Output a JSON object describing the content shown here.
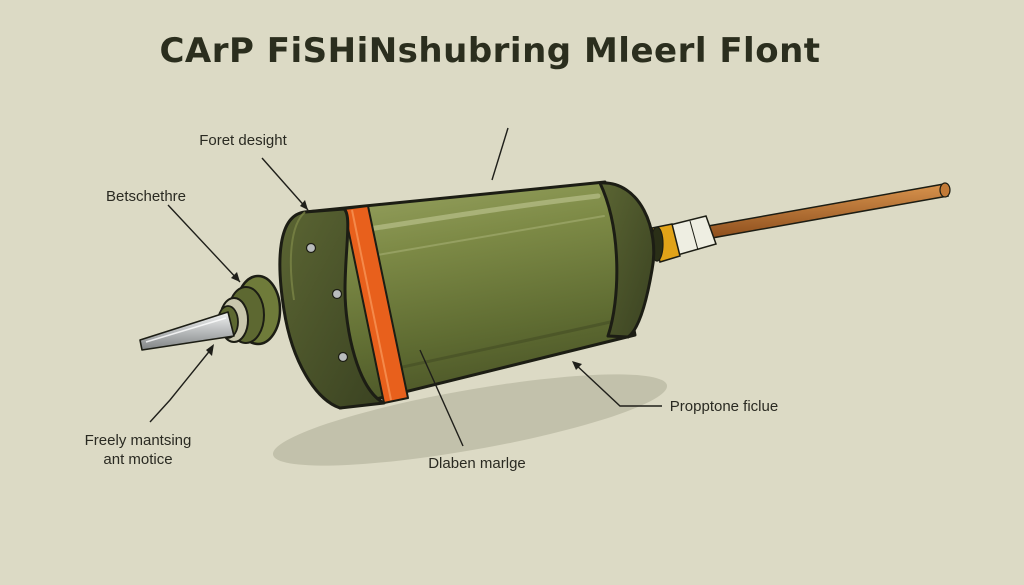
{
  "title": "CArP FiSHiNshubring Mleerl Flont",
  "labels": {
    "foret_design": "Foret desight",
    "betschethre": "Betschethre",
    "freely_line1": "Freely mantsing",
    "freely_line2": "ant motice",
    "dlaben_marlge": "Dlaben marlge",
    "propptone": "Propptone ficlue"
  },
  "colors": {
    "background": "#dcdac5",
    "body_olive": "#6f7d3f",
    "band_orange": "#e8601c",
    "rod_copper": "#b36a2c",
    "collar_yellow": "#e1a318",
    "tip_steel": "#b9bcbd",
    "outline": "#1c1d14"
  }
}
